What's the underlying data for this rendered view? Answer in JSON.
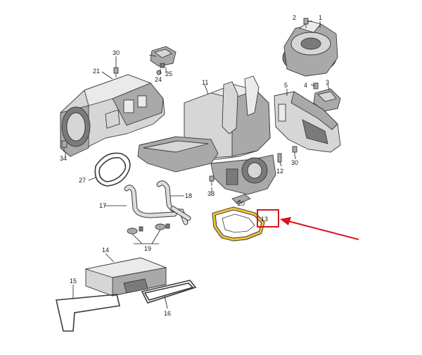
{
  "callouts": {
    "p1": "1",
    "p2": "2",
    "p3": "3",
    "p4": "4",
    "p5": "5",
    "p11": "11",
    "p12": "12",
    "p13": "13",
    "p14": "14",
    "p15": "15",
    "p16": "16",
    "p17": "17",
    "p18": "18",
    "p19": "19",
    "p20": "20",
    "p21": "21",
    "p24": "24",
    "p25": "25",
    "p27": "27",
    "p30a": "30",
    "p30b": "30",
    "p33": "33",
    "p34": "34"
  },
  "highlight": {
    "part": "13",
    "box_color": "#d8141c",
    "arrow_color": "#d8141c",
    "gasket_color": "#f2c232"
  }
}
